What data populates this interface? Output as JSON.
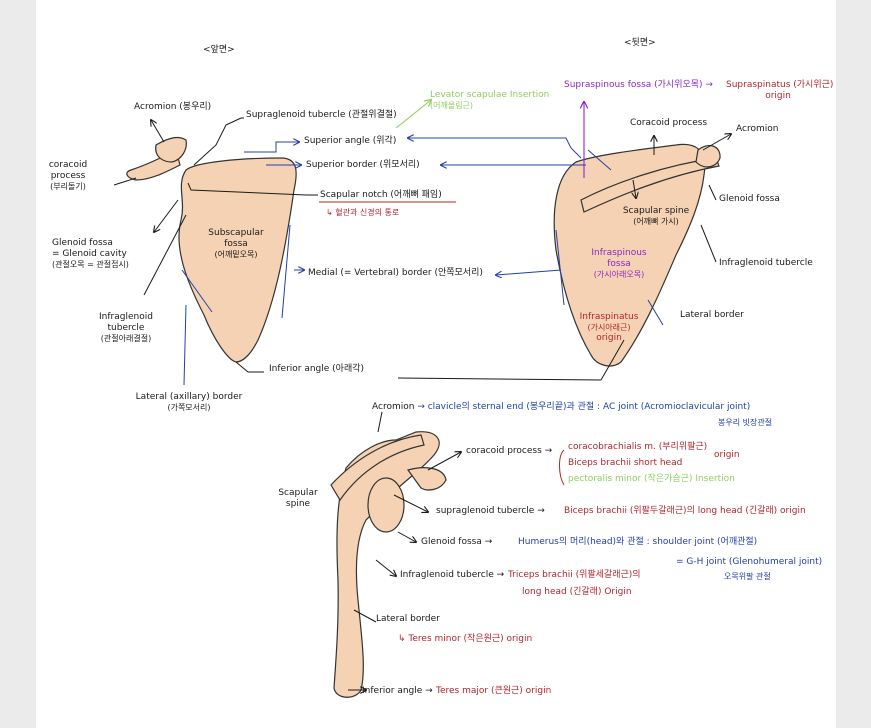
{
  "colors": {
    "bone": "#f5d2b3",
    "bone_outline": "#333333",
    "blue_ink": "#2440a8",
    "red_ink": "#b2262a",
    "purple_ink": "#8b27c6",
    "green_ink": "#8fce5f"
  },
  "left_view": {
    "header": "<앞면>",
    "acromion": "Acromion (봉우리)",
    "supraglenoid": "Supraglenoid tubercle (관절위결절)",
    "superior_angle": "Superior angle (위각)",
    "superior_border": "Superior border (위모서리)",
    "scapular_notch": "Scapular notch (어깨뼈 패임)",
    "notch_note": "↳ 혈관과 신경의 통로",
    "coracoid_1": "coracoid",
    "coracoid_2": "process",
    "coracoid_3": "(부리돌기)",
    "glenoid_1": "Glenoid fossa",
    "glenoid_2": "= Glenoid cavity",
    "glenoid_3": "(관절오목 = 관절접시)",
    "subscap_1": "Subscapular",
    "subscap_2": "fossa",
    "subscap_3": "(어깨밑오목)",
    "medial_border": "Medial (= Vertebral) border (안쪽모서리)",
    "infraglenoid_1": "Infraglenoid",
    "infraglenoid_2": "tubercle",
    "infraglenoid_3": "(관절아래결절)",
    "inferior_angle": "Inferior angle (아래각)",
    "lateral_border": "Lateral (axillary) border",
    "lateral_border_kr": "(가쪽모서리)"
  },
  "right_view": {
    "header": "<뒷면>",
    "levator_1": "Levator scapulae Insertion",
    "levator_2": "(어깨올림근)",
    "supraspinous": "Supraspinous fossa (가시위오목) →",
    "supraspinatus": "Supraspinatus (가시위근)",
    "supraspinatus_origin": "origin",
    "coracoid": "Coracoid process",
    "acromion": "Acromion",
    "glenoid": "Glenoid fossa",
    "spine_1": "Scapular spine",
    "spine_2": "(어깨뼈 가시)",
    "infraspinous_1": "Infraspinous",
    "infraspinous_2": "fossa",
    "infraspinous_3": "(가시아래오목)",
    "infraspinatus_1": "Infraspinatus",
    "infraspinatus_2": "(가시아래근)",
    "infraspinatus_3": "origin",
    "infraglenoid": "Infraglenoid tubercle",
    "lateral": "Lateral border"
  },
  "bottom_view": {
    "acromion": "Acromion",
    "acromion_rest_a": "→ clavicle의",
    "acromion_rest_b": "sternal end (봉우리끝)과 관절 :",
    "acromion_rest_c": "AC joint (Acromioclavicular joint)",
    "ac_joint_kr": "봉우리 빗장관절",
    "scapular_spine_1": "Scapular",
    "scapular_spine_2": "spine",
    "coracoid": "coracoid process →",
    "coraco_m": "coracobrachialis m. (부리위팔근)",
    "biceps_short": "Biceps brachii short head",
    "pec_minor": "pectoralis minor (작은가슴근) Insertion",
    "bracket_origin": "origin",
    "supraglenoid": "supraglenoid tubercle →",
    "biceps_long": "Biceps brachii (위팔두갈래근)의 long head (긴갈래) origin",
    "glenoid": "Glenoid fossa →",
    "humerus": "Humerus의 머리(head)와 관절 : shoulder joint (어깨관절)",
    "gh_joint": "= G-H joint (Glenohumeral joint)",
    "gh_joint_kr": "오목위팔 관절",
    "infraglenoid": "Infraglenoid tubercle →",
    "triceps_1": "Triceps brachii (위팔세갈래근)의",
    "triceps_2": "long head (긴갈래) Origin",
    "lateral_border": "Lateral border",
    "teres_minor": "↳ Teres minor (작은원근) origin",
    "inferior_angle": "Inferior angle →",
    "teres_major": "Teres major (큰원근) origin"
  }
}
